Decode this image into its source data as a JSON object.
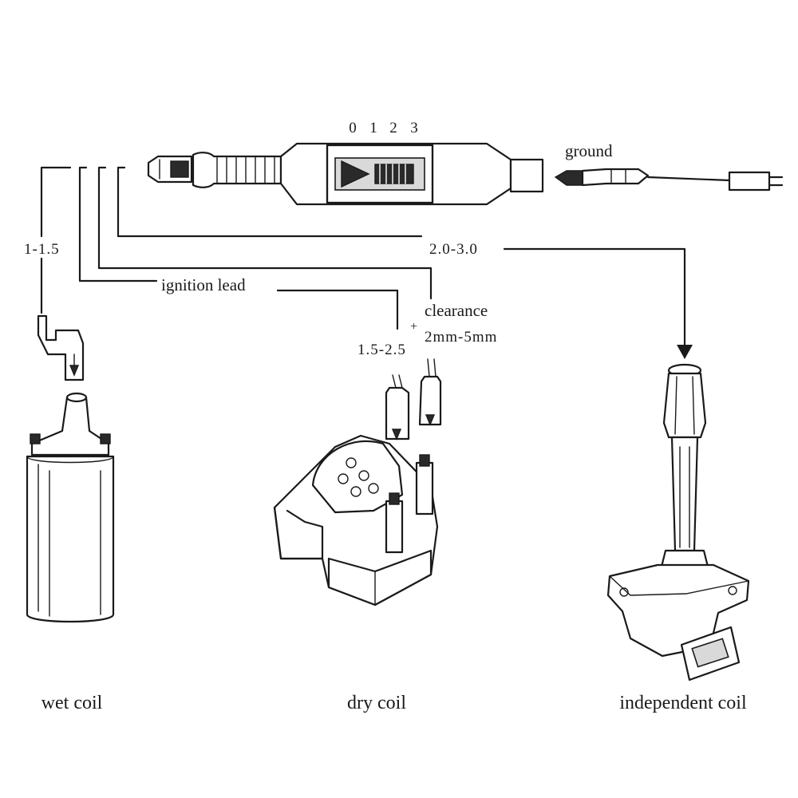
{
  "scale_ticks": [
    "0",
    "1",
    "2",
    "3"
  ],
  "labels": {
    "ground": "ground",
    "range_wet": "1-1.5",
    "range_independent": "2.0-3.0",
    "ignition_lead": "ignition lead",
    "clearance": "clearance",
    "plus_mark": "+",
    "clearance_range": "2mm-5mm",
    "range_dry": "1.5-2.5"
  },
  "coils": {
    "wet": "wet coil",
    "dry": "dry coil",
    "independent": "independent coil"
  }
}
